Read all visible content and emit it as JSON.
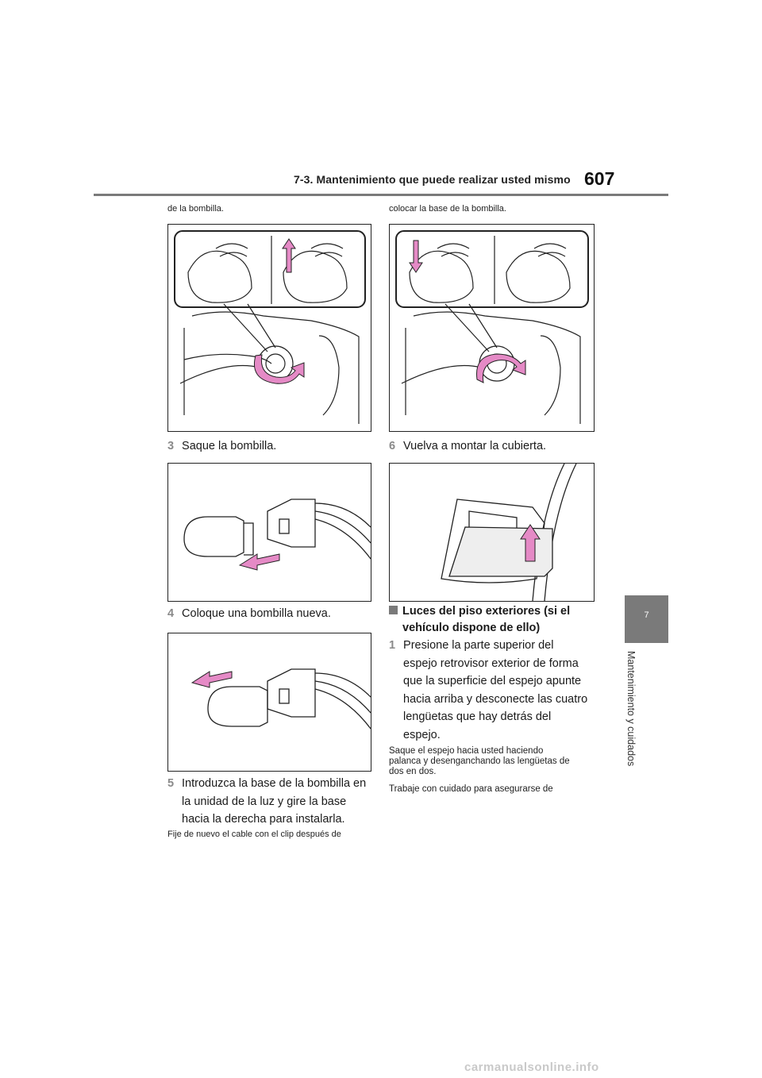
{
  "header": {
    "section_title": "7-3. Mantenimiento que puede realizar usted mismo",
    "page_number": "607"
  },
  "side_tab": {
    "chapter_number": "7",
    "chapter_label": "Mantenimiento y cuidados"
  },
  "left_column": {
    "top_text": "de la bombilla.",
    "step3": {
      "number": "3",
      "text": "Saque la bombilla."
    },
    "step4": {
      "number": "4",
      "text": "Coloque una bombilla nueva."
    },
    "step5": {
      "number": "5",
      "lines": [
        "Introduzca la base de la bombilla en",
        "la unidad de la luz y gire la base",
        "hacia la derecha para instalarla."
      ]
    },
    "bottom_text": "Fije de nuevo el cable con el clip después de"
  },
  "right_column": {
    "top_text": "colocar la base de la bombilla.",
    "step6": {
      "number": "6",
      "text": "Vuelva a montar la cubierta."
    },
    "section_heading": {
      "lines": [
        "Luces del piso exteriores (si el",
        "vehículo dispone de ello)"
      ]
    },
    "step1": {
      "number": "1",
      "lines": [
        "Presione la parte superior del",
        "espejo retrovisor exterior de forma",
        "que la superficie del espejo apunte",
        "hacia arriba y desconecte las cuatro",
        "lengüetas que hay detrás del",
        "espejo."
      ]
    },
    "note1": {
      "lines": [
        "Saque el espejo hacia usted haciendo",
        "palanca y desenganchando las lengüetas de",
        "dos en dos."
      ]
    },
    "note2": "Trabaje con cuidado para asegurarse de"
  },
  "watermark": "carmanualsonline.info",
  "colors": {
    "accent_gray": "#7a7a7a",
    "arrow_pink": "#e58ac6",
    "step_number_gray": "#8a8a8a"
  }
}
